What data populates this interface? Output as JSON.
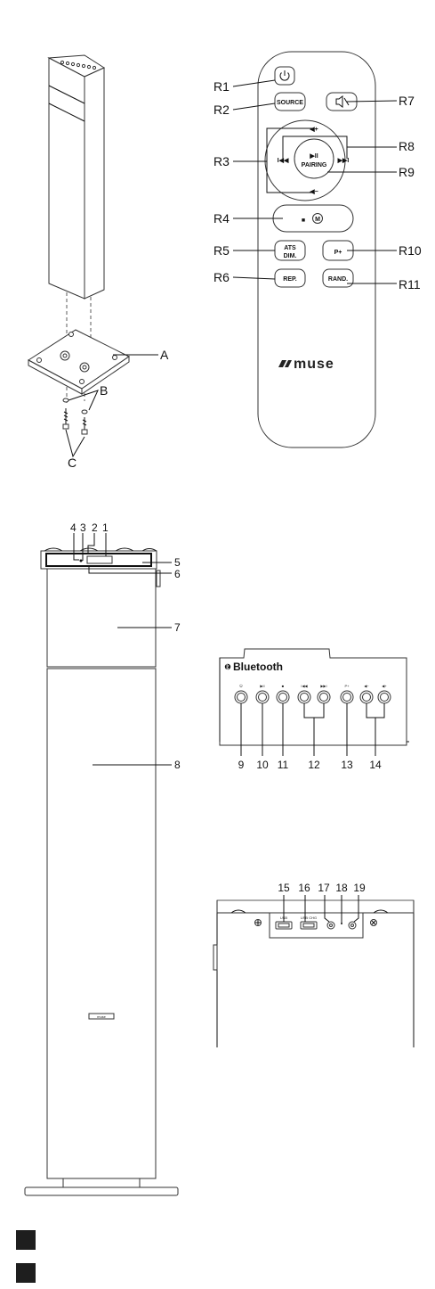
{
  "colors": {
    "line": "#111111",
    "fill": "#ffffff",
    "swatch": "#1e1e1e"
  },
  "assembly": {
    "labels": {
      "a": "A",
      "b": "B",
      "c": "C"
    }
  },
  "remote": {
    "labels": {
      "r1": "R1",
      "r2": "R2",
      "r3": "R3",
      "r4": "R4",
      "r5": "R5",
      "r6": "R6",
      "r7": "R7",
      "r8": "R8",
      "r9": "R9",
      "r10": "R10",
      "r11": "R11"
    },
    "buttons": {
      "source": "SOURCE",
      "pairing": "PAIRING",
      "play_pause": "▶II",
      "vol_up": "◀+",
      "vol_down": "◀−",
      "prev": "I◀◀",
      "next": "▶▶I",
      "stop": "■",
      "mode": "M",
      "ats": "ATS",
      "dim": "DIM.",
      "preset": "P+",
      "rep": "REP.",
      "rand": "RAND."
    },
    "brand": "muse"
  },
  "tower": {
    "labels": {
      "n1": "1",
      "n2": "2",
      "n3": "3",
      "n4": "4",
      "n5": "5",
      "n6": "6",
      "n7": "7",
      "n8": "8"
    },
    "badge": "muse"
  },
  "top_panel": {
    "bluetooth": "Bluetooth",
    "labels": {
      "n9": "9",
      "n10": "10",
      "n11": "11",
      "n12": "12",
      "n13": "13",
      "n14": "14"
    }
  },
  "rear_panel": {
    "labels": {
      "n15": "15",
      "n16": "16",
      "n17": "17",
      "n18": "18",
      "n19": "19"
    }
  }
}
